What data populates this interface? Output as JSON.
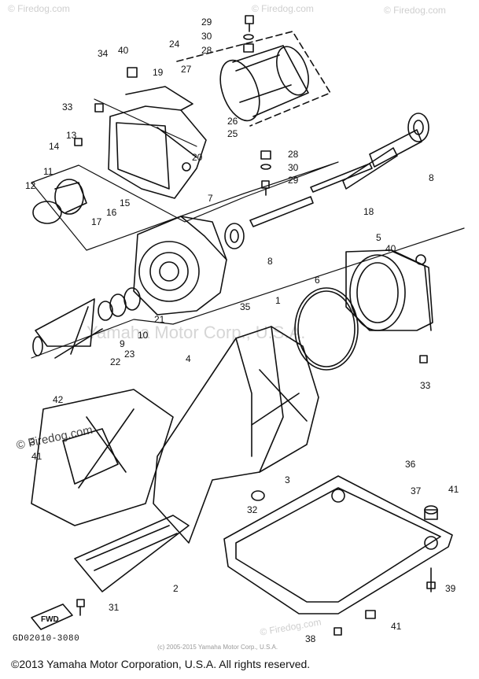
{
  "watermark": {
    "top_left": "© Firedog.com",
    "top_right": "© Firedog.com",
    "mid": "© Firedog.com",
    "left": "© Firedog.com",
    "bottom": "© Firedog.com",
    "center_text": "Yamaha Motor Corp., U.S.A."
  },
  "diagram_code": "GD02010-3080",
  "small_copyright": "(c) 2005-2015 Yamaha Motor Corp., U.S.A.",
  "fwd_label": "FWD",
  "copyright": "©2013 Yamaha Motor Corporation, U.S.A. All rights reserved.",
  "part_numbers": {
    "n1": "1",
    "n2": "2",
    "n3a": "3",
    "n3b": "3",
    "n4": "4",
    "n5": "5",
    "n6": "6",
    "n7": "7",
    "n8a": "8",
    "n8b": "8",
    "n9": "9",
    "n10": "10",
    "n11": "11",
    "n12": "12",
    "n13": "13",
    "n14": "14",
    "n15": "15",
    "n16": "16",
    "n17": "17",
    "n18": "18",
    "n19": "19",
    "n20": "20",
    "n21": "21",
    "n22": "22",
    "n23": "23",
    "n24": "24",
    "n25": "25",
    "n26": "26",
    "n27": "27",
    "n28a": "28",
    "n28b": "28",
    "n29a": "29",
    "n29b": "29",
    "n30a": "30",
    "n30b": "30",
    "n31": "31",
    "n32": "32",
    "n33a": "33",
    "n33b": "33",
    "n34": "34",
    "n35": "35",
    "n36": "36",
    "n37": "37",
    "n38": "38",
    "n39": "39",
    "n40a": "40",
    "n40b": "40",
    "n41a": "41",
    "n41b": "41",
    "n41c": "41",
    "n42": "42"
  }
}
